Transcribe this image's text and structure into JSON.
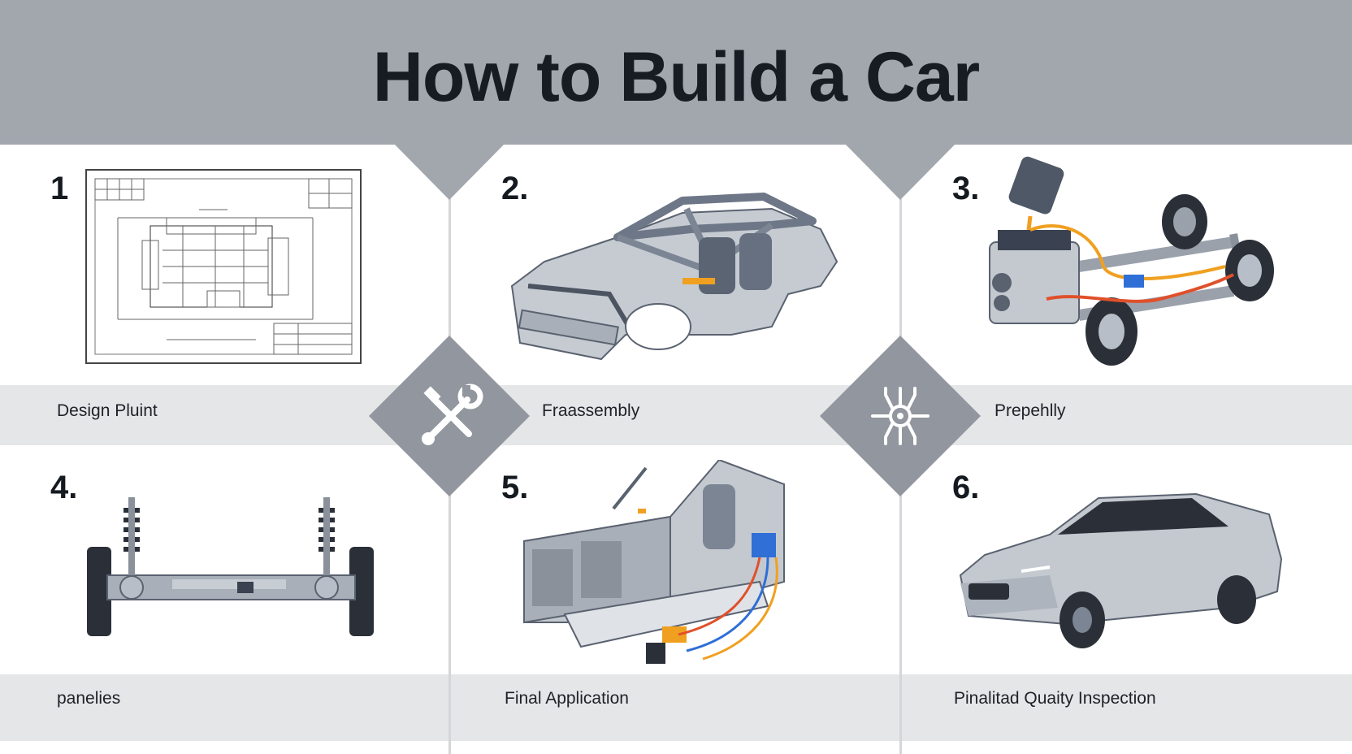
{
  "title": "How to Build a Car",
  "steps": [
    {
      "number": "1",
      "label": "Design Pluint",
      "illustration": "blueprint-drawing"
    },
    {
      "number": "2.",
      "label": "Fraassembly",
      "illustration": "car-body-frame"
    },
    {
      "number": "3.",
      "label": "Prepehlly",
      "illustration": "engine-chassis"
    },
    {
      "number": "4.",
      "label": "panelies",
      "illustration": "suspension-axle"
    },
    {
      "number": "5.",
      "label": "Final Application",
      "illustration": "interior-wiring"
    },
    {
      "number": "6.",
      "label": "Pinalitad Quaity Inspection",
      "illustration": "finished-car"
    }
  ],
  "connectors": [
    {
      "icon": "wrench-screwdriver-icon"
    },
    {
      "icon": "circuit-chip-icon"
    }
  ],
  "colors": {
    "header": "#a2a6ad",
    "band": "#e5e6e8",
    "diamond": "#92969e",
    "text": "#161c22",
    "accent_orange": "#f0a020",
    "accent_blue": "#2f6fd6",
    "accent_red": "#e0502a"
  }
}
